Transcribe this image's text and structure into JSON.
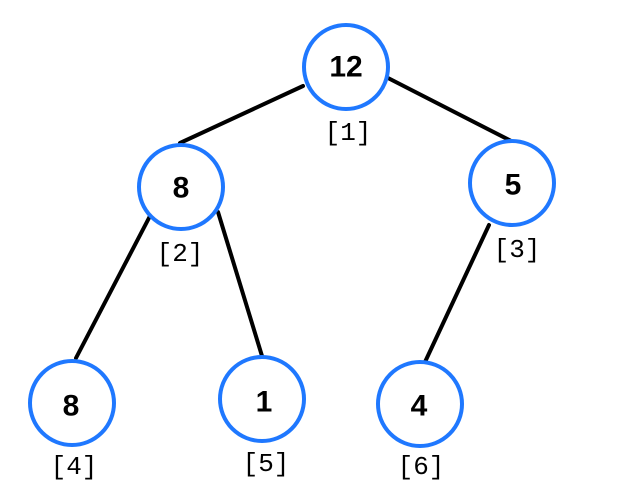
{
  "tree": {
    "nodes": [
      {
        "id": 1,
        "value": "12",
        "index_label": "[1]"
      },
      {
        "id": 2,
        "value": "8",
        "index_label": "[2]"
      },
      {
        "id": 3,
        "value": "5",
        "index_label": "[3]"
      },
      {
        "id": 4,
        "value": "8",
        "index_label": "[4]"
      },
      {
        "id": 5,
        "value": "1",
        "index_label": "[5]"
      },
      {
        "id": 6,
        "value": "4",
        "index_label": "[6]"
      }
    ],
    "edges": [
      {
        "from": 1,
        "to": 2
      },
      {
        "from": 1,
        "to": 3
      },
      {
        "from": 2,
        "to": 4
      },
      {
        "from": 2,
        "to": 5
      },
      {
        "from": 3,
        "to": 6
      }
    ],
    "colors": {
      "node_stroke": "#1f78ff",
      "edge": "#000000"
    }
  }
}
